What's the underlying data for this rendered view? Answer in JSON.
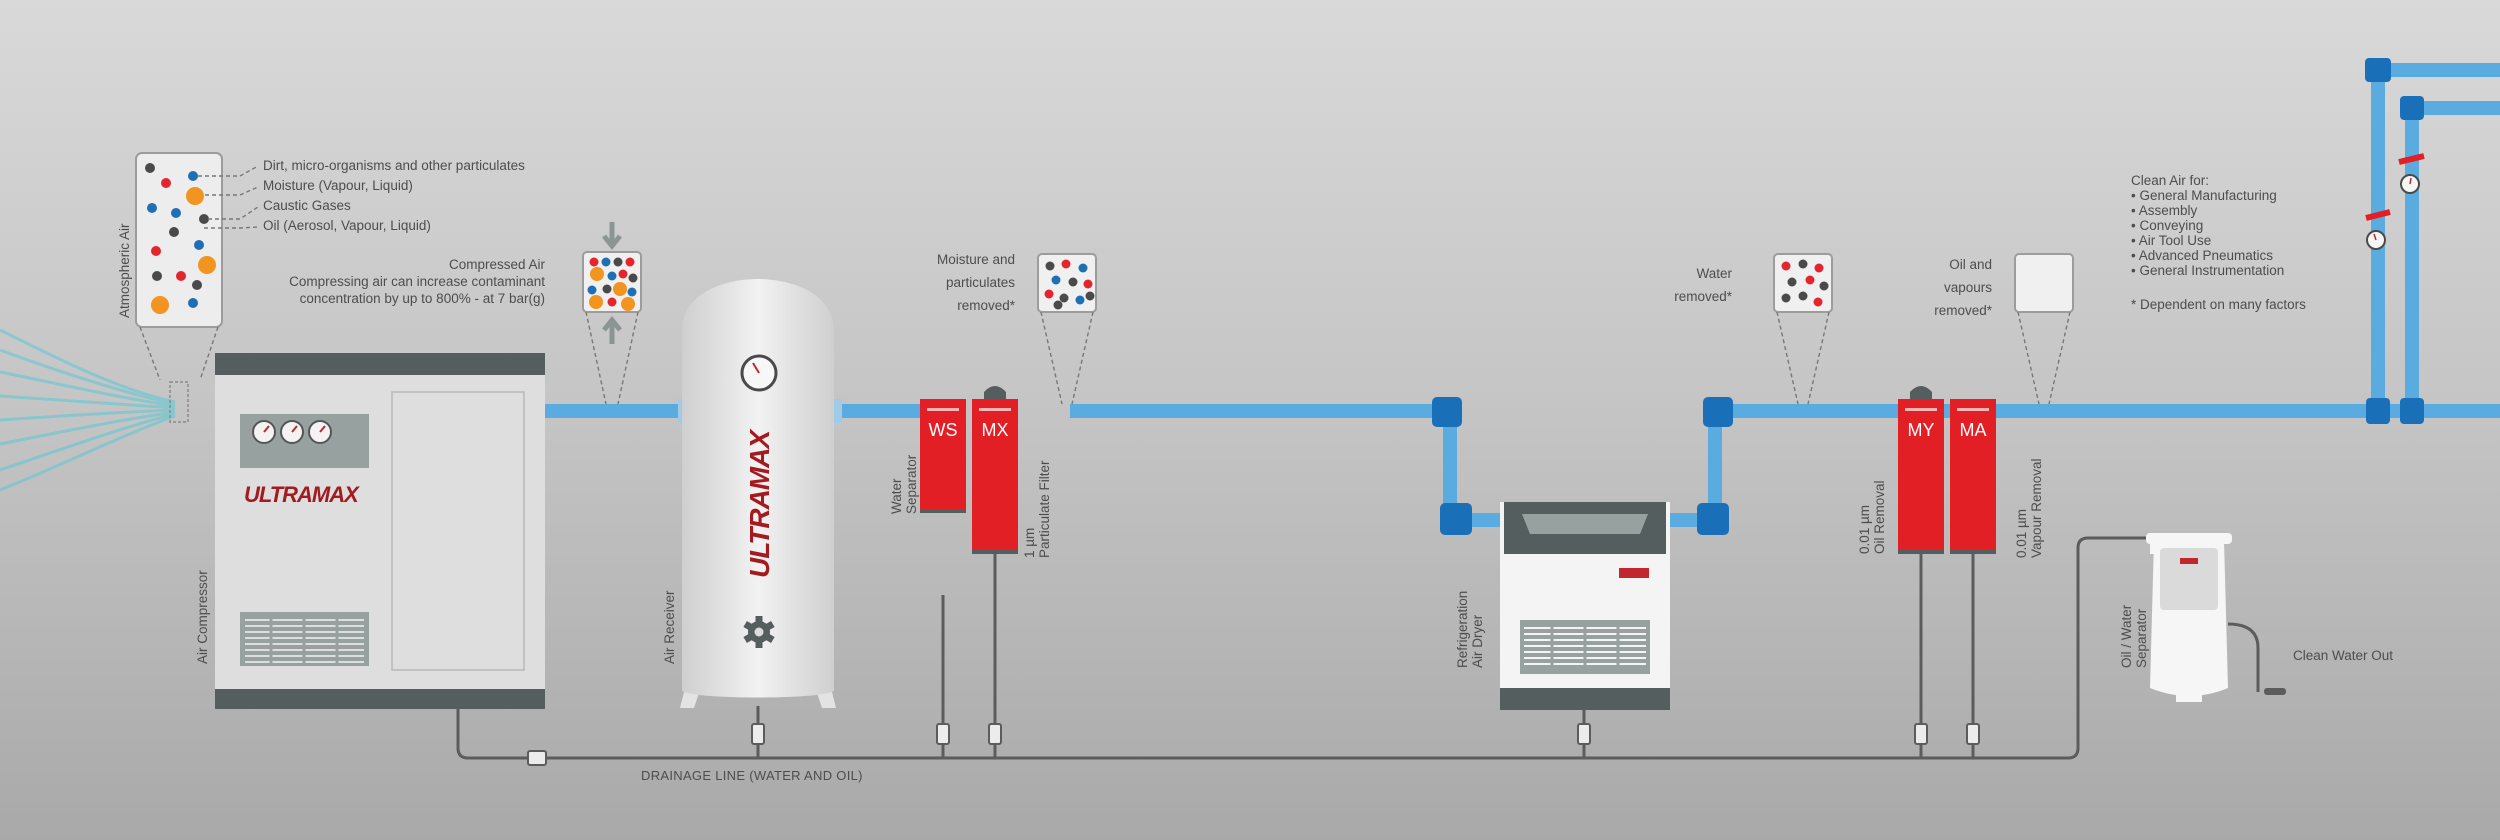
{
  "labels": {
    "atmospheric_air": "Atmospheric Air",
    "contaminants": [
      "Dirt, micro-organisms and other particulates",
      "Moisture (Vapour, Liquid)",
      "Caustic Gases",
      "Oil (Aerosol, Vapour, Liquid)"
    ],
    "compressed_air": [
      "Compressed Air",
      "Compressing air can increase contaminant",
      "concentration by up to 800% - at 7 bar(g)"
    ],
    "air_compressor": "Air Compressor",
    "air_receiver": "Air Receiver",
    "moisture_removed": [
      "Moisture and",
      "particulates",
      "removed*"
    ],
    "water_separator": [
      "Water",
      "Separator"
    ],
    "particulate_filter": [
      "1 µm",
      "Particulate Filter"
    ],
    "refrigeration_dryer": [
      "Refrigeration",
      "Air Dryer"
    ],
    "water_removed": [
      "Water",
      "removed*"
    ],
    "oil_removed": [
      "Oil and",
      "vapours",
      "removed*"
    ],
    "oil_removal": [
      "0.01 µm",
      "Oil Removal"
    ],
    "vapour_removal": [
      "0.01 µm",
      "Vapour Removal"
    ],
    "oil_water_separator": [
      "Oil / Water",
      "Separator"
    ],
    "clean_water_out": "Clean Water Out",
    "drainage_line": "DRAINAGE LINE (WATER AND OIL)",
    "clean_air": [
      "Clean Air for:",
      "• General Manufacturing",
      "• Assembly",
      "• Conveying",
      "• Air Tool Use",
      "• Advanced Pneumatics",
      "• General Instrumentation"
    ],
    "footnote": "* Dependent on many factors"
  },
  "brand": "ULTRAMAX",
  "filters": {
    "ws": "WS",
    "mx": "MX",
    "my": "MY",
    "ma": "MA"
  },
  "colors": {
    "pipe": "#5aace0",
    "elbow": "#1a70b8",
    "filter_red": "#e31f26",
    "brand_red": "#a31a1f",
    "dark_grey": "#555e5e",
    "particle_orange": "#f29420",
    "particle_red": "#e3262d",
    "particle_blue": "#1f6fb5",
    "particle_dark": "#4a4a4a"
  }
}
